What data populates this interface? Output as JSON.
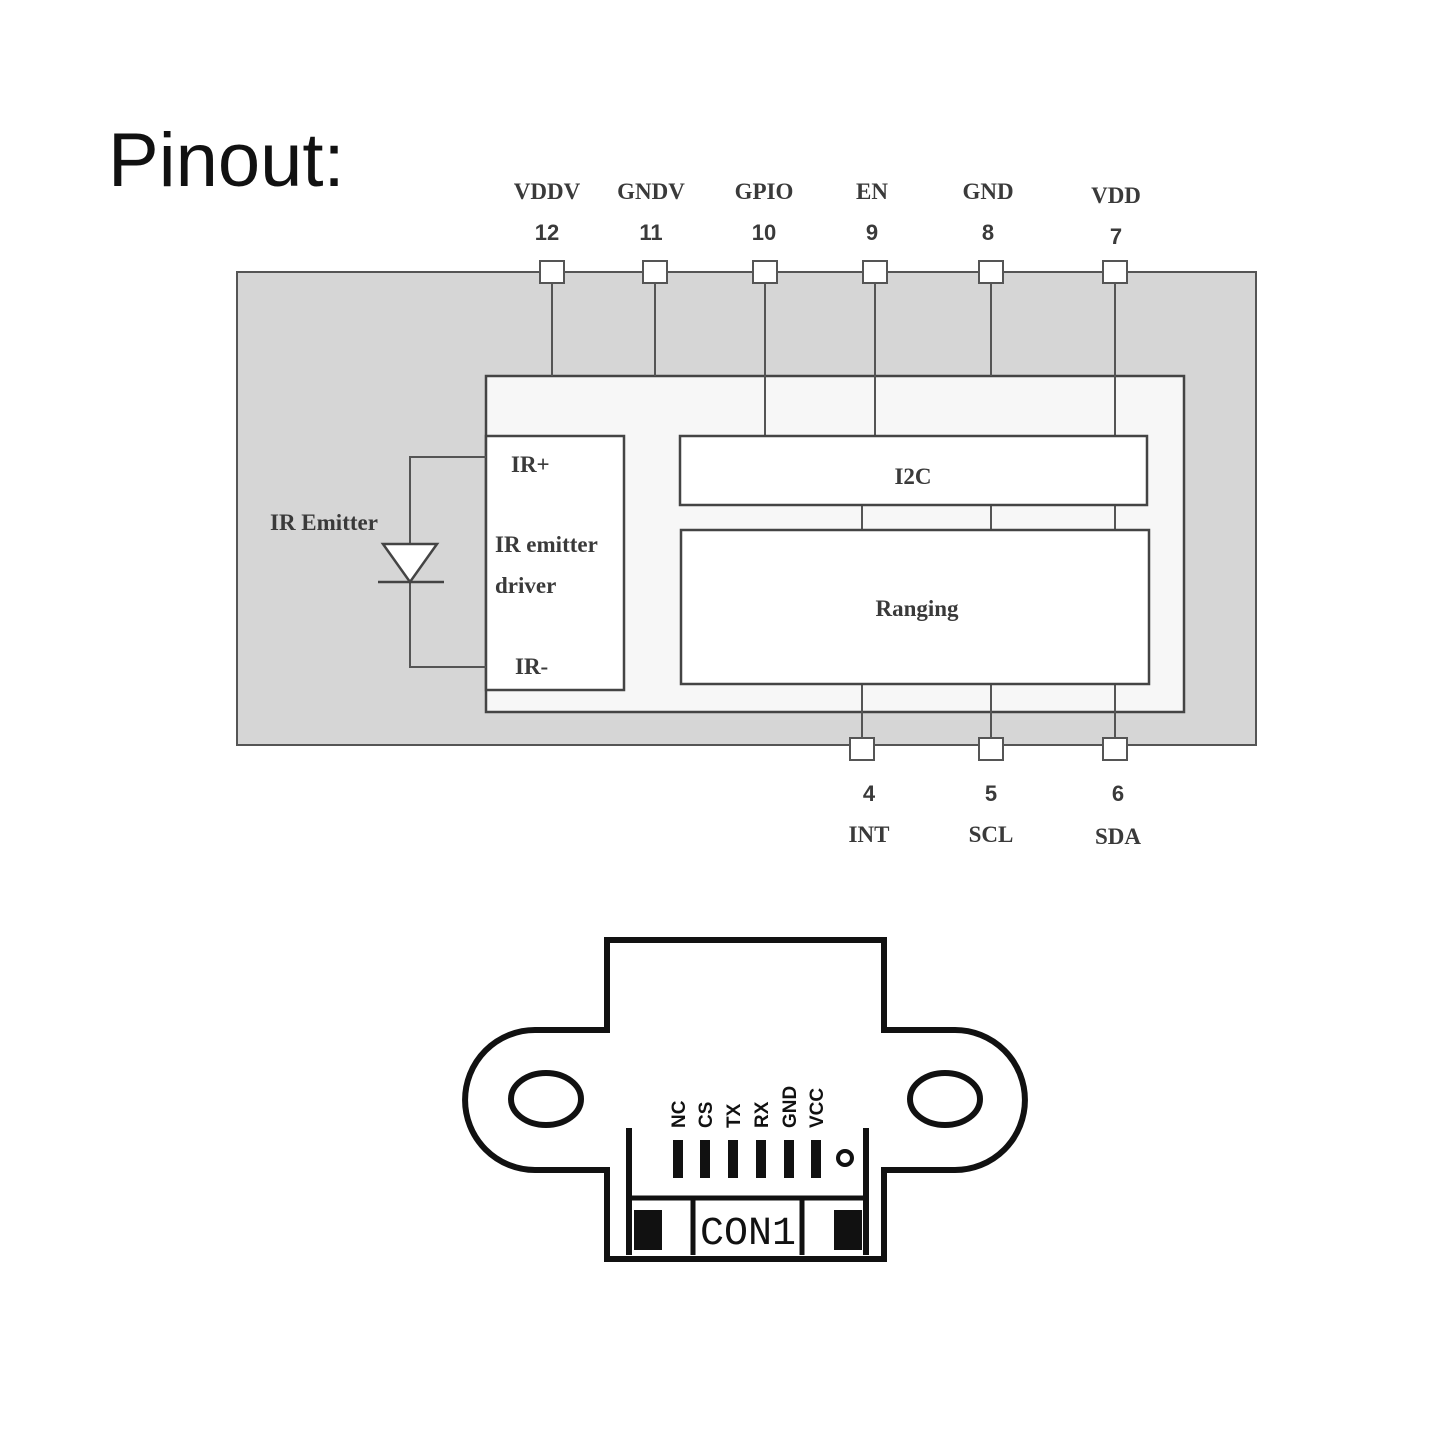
{
  "title": "Pinout:",
  "ic": {
    "top_pins": [
      {
        "name": "VDDV",
        "number": "12"
      },
      {
        "name": "GNDV",
        "number": "11"
      },
      {
        "name": "GPIO",
        "number": "10"
      },
      {
        "name": "EN",
        "number": "9"
      },
      {
        "name": "GND",
        "number": "8"
      },
      {
        "name": "VDD",
        "number": "7"
      }
    ],
    "bottom_pins": [
      {
        "name": "INT",
        "number": "4"
      },
      {
        "name": "SCL",
        "number": "5"
      },
      {
        "name": "SDA",
        "number": "6"
      }
    ],
    "emitter_label": "IR Emitter",
    "driver_label_line1": "IR emitter",
    "driver_label_line2": "driver",
    "ir_plus": "IR+",
    "ir_minus": "IR-",
    "i2c_label": "I2C",
    "ranging_label": "Ranging"
  },
  "connector": {
    "pins": [
      "NC",
      "CS",
      "TX",
      "RX",
      "GND",
      "VCC"
    ],
    "label": "CON1"
  },
  "colors": {
    "package_fill": "#d6d6d6",
    "die_fill": "#f7f7f7",
    "line": "#555555",
    "ink": "#111111"
  }
}
